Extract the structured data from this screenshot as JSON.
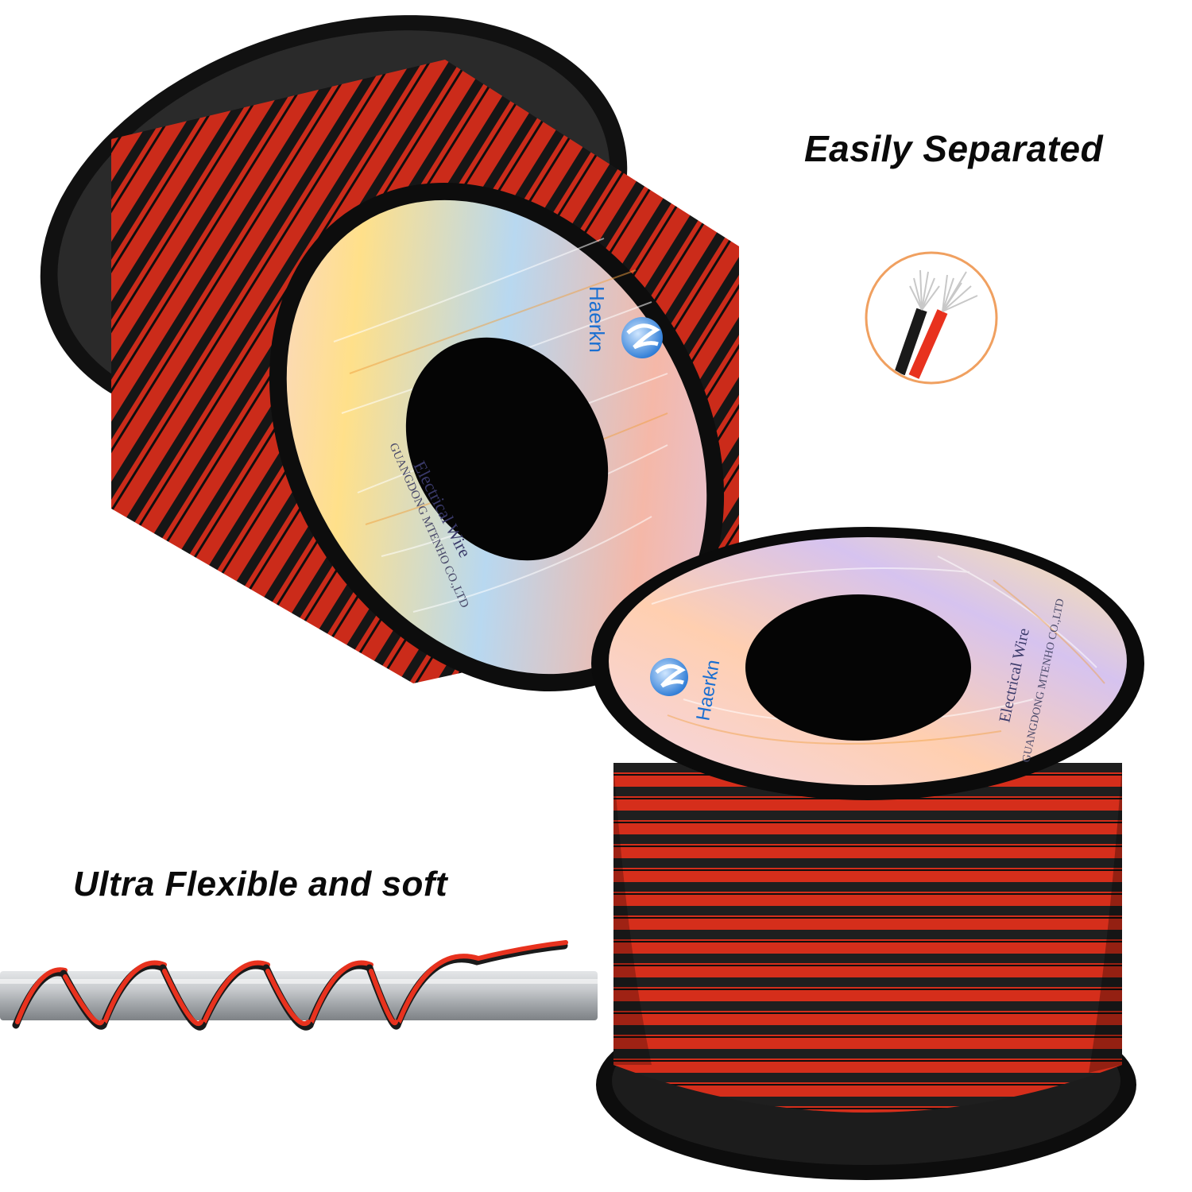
{
  "captions": {
    "separated": "Easily Separated",
    "flexible": "Ultra Flexible and soft"
  },
  "spool_top": {
    "brand": "Haerkn",
    "product": "Electrical Wire",
    "maker": "GUANGDONG MTENHO CO.,LTD"
  },
  "spool_bottom": {
    "brand": "Haerkn",
    "product": "Electrical Wire",
    "maker": "GUANGDONG MTENHO CO.,LTD"
  },
  "colors": {
    "wire_red": "#e8321e",
    "wire_black": "#1a1a1a",
    "flange": "#111111",
    "accent_ring": "#f0a060",
    "logo_blue": "#1a6fd1",
    "rod": "#b9bcbf"
  },
  "icons": {
    "logo": "haerkn-logo-icon",
    "separated_wire": "separated-wire-icon",
    "coiled_wire": "coiled-wire-icon"
  }
}
